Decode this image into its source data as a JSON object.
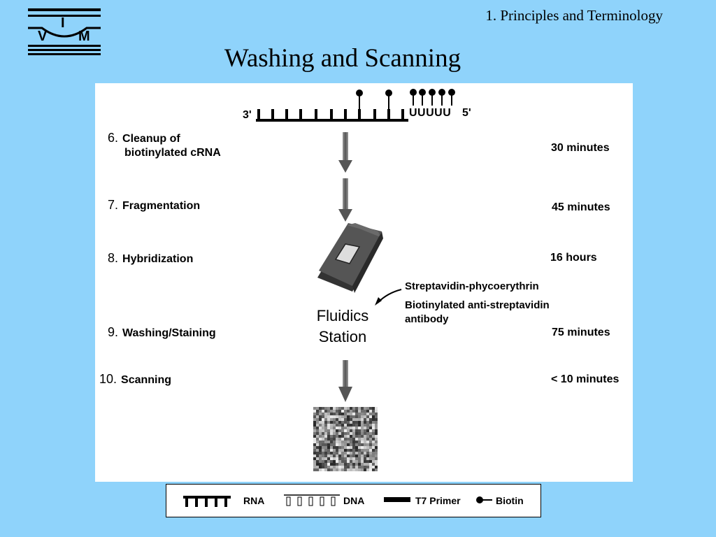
{
  "header": {
    "section": "1. Principles and Terminology",
    "title": "Washing and Scanning"
  },
  "logo": {
    "letters": [
      "V",
      "I",
      "M"
    ]
  },
  "molecule": {
    "end_3": "3'",
    "end_5": "5'",
    "tail": "UUUUU"
  },
  "steps": [
    {
      "number": "6.",
      "label_line1": "Cleanup of",
      "label_line2": "biotinylated cRNA",
      "time": "30 minutes"
    },
    {
      "number": "7.",
      "label_line1": "Fragmentation",
      "time": "45 minutes"
    },
    {
      "number": "8.",
      "label_line1": "Hybridization",
      "time": "16 hours"
    },
    {
      "number": "9.",
      "label_line1": "Washing/Staining",
      "time": "75 minutes"
    },
    {
      "number": "10.",
      "label_line1": "Scanning",
      "time": "< 10 minutes"
    }
  ],
  "reagents": {
    "line1": "Streptavidin-phycoerythrin",
    "line2": "Biotinylated anti-streptavidin",
    "line3": "antibody"
  },
  "fluidics": {
    "line1": "Fluidics",
    "line2": "Station"
  },
  "legend": {
    "rna": "RNA",
    "dna": "DNA",
    "t7": "T7 Primer",
    "biotin": "Biotin"
  },
  "colors": {
    "background": "#8fd3fb",
    "panel": "#ffffff",
    "arrow": "#555555",
    "chip": "#4a4a4a"
  }
}
